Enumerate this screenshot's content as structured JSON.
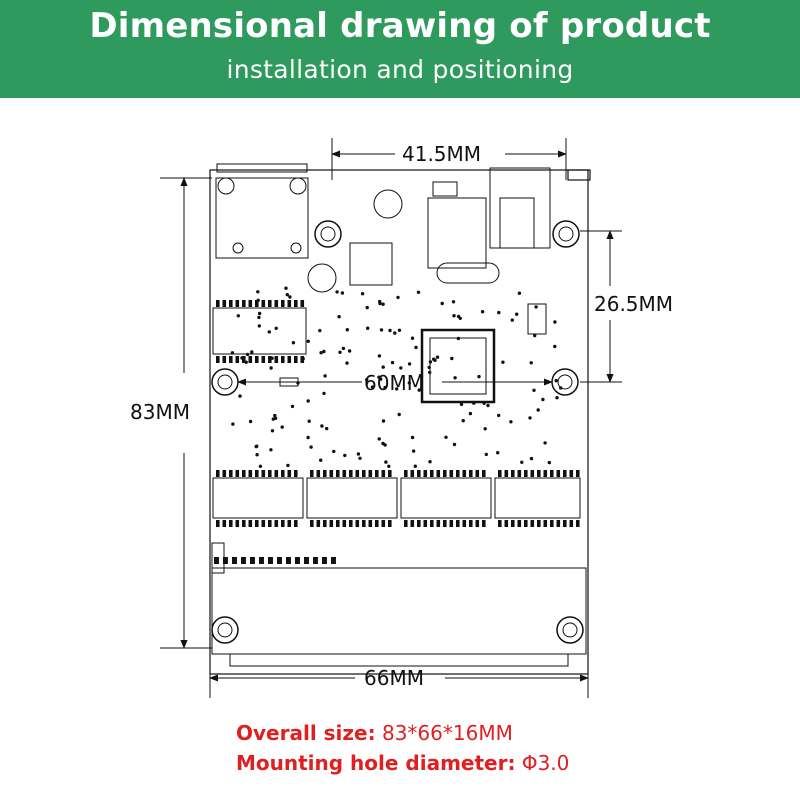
{
  "header": {
    "title": "Dimensional drawing of product",
    "subtitle": "installation and positioning"
  },
  "dimensions": {
    "top_width": "41.5MM",
    "hole_spacing_vertical": "26.5MM",
    "hole_spacing_horizontal": "60MM",
    "height": "83MM",
    "width": "66MM"
  },
  "specs": {
    "overall_size_label": "Overall size:",
    "overall_size_value": "83*66*16MM",
    "hole_diameter_label": "Mounting hole diameter:",
    "hole_diameter_value": "Φ3.0"
  },
  "colors": {
    "brand_green": "#2e9a5e",
    "spec_red": "#e02020",
    "line": "#111111"
  }
}
